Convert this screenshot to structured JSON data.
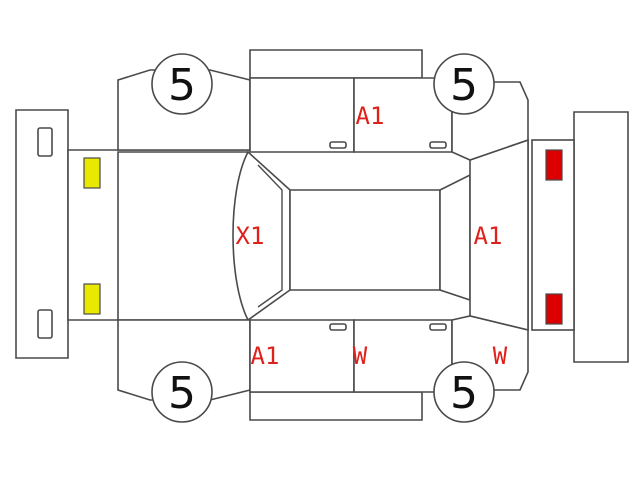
{
  "diagram": {
    "tires": {
      "front_left": "5",
      "front_right": "5",
      "rear_left": "5",
      "rear_right": "5"
    },
    "damage_codes": {
      "roof_upper": "A1",
      "windshield": "X1",
      "rear_glass": "A1",
      "front_left_fender": "A1",
      "left_door": "W",
      "rear_left_quarter": "W"
    },
    "lamps": {
      "front_color": "#e8e800",
      "rear_color": "#dd0000"
    },
    "colors": {
      "outline": "#4a4a4a",
      "code_text": "#e0201a"
    }
  }
}
